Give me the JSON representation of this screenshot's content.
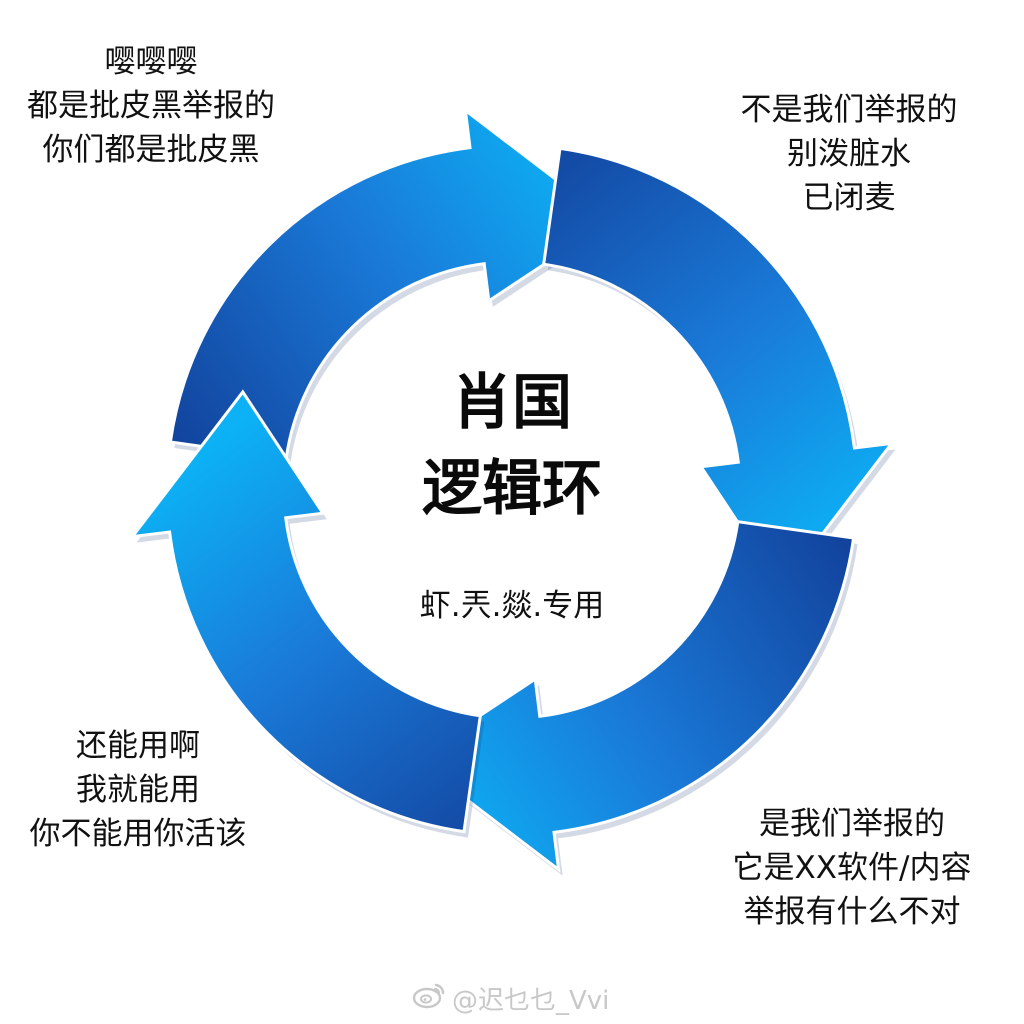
{
  "diagram": {
    "center": {
      "title_lines": [
        "肖国",
        "逻辑环"
      ],
      "subtitle": "虾.兲.燚.专用"
    },
    "notes": {
      "top_left": [
        "嘤嘤嘤",
        "都是批皮黑举报的",
        "你们都是批皮黑"
      ],
      "top_right": [
        "不是我们举报的",
        "别泼脏水",
        "已闭麦"
      ],
      "bottom_left": [
        "还能用啊",
        "我就能用",
        "你不能用你活该"
      ],
      "bottom_right": [
        "是我们举报的",
        "它是XX软件/内容",
        "举报有什么不对"
      ]
    },
    "arrow_color_light": "#0aa8f0",
    "arrow_color_dark": "#1148a8"
  },
  "watermark": {
    "text": "@迟乜乜_Vvi",
    "icon": "weibo-icon"
  }
}
